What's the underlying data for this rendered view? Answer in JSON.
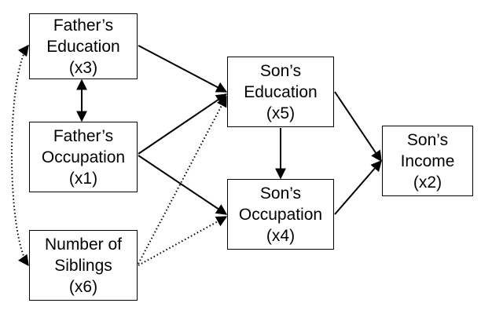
{
  "diagram": {
    "nodes": {
      "x3": {
        "lines": [
          "Father’s",
          "Education",
          "(x3)"
        ]
      },
      "x1": {
        "lines": [
          "Father’s",
          "Occupation",
          "(x1)"
        ]
      },
      "x6": {
        "lines": [
          "Number of",
          "Siblings",
          "(x6)"
        ]
      },
      "x5": {
        "lines": [
          "Son’s",
          "Education",
          "(x5)"
        ]
      },
      "x4": {
        "lines": [
          "Son’s",
          "Occupation",
          "(x4)"
        ]
      },
      "x2": {
        "lines": [
          "Son’s",
          "Income",
          "(x2)"
        ]
      }
    },
    "edges": [
      {
        "from": "x3",
        "to": "x5",
        "style": "solid",
        "direction": "forward"
      },
      {
        "from": "x1",
        "to": "x5",
        "style": "solid",
        "direction": "forward"
      },
      {
        "from": "x1",
        "to": "x4",
        "style": "solid",
        "direction": "forward"
      },
      {
        "from": "x6",
        "to": "x4",
        "style": "dotted",
        "direction": "forward"
      },
      {
        "from": "x6",
        "to": "x5",
        "style": "dotted",
        "direction": "forward"
      },
      {
        "from": "x5",
        "to": "x4",
        "style": "solid",
        "direction": "forward"
      },
      {
        "from": "x5",
        "to": "x2",
        "style": "solid",
        "direction": "forward"
      },
      {
        "from": "x4",
        "to": "x2",
        "style": "solid",
        "direction": "forward"
      },
      {
        "from": "x3",
        "to": "x1",
        "style": "solid",
        "direction": "both"
      },
      {
        "from": "x3",
        "to": "x6",
        "style": "dotted",
        "direction": "both"
      }
    ]
  }
}
